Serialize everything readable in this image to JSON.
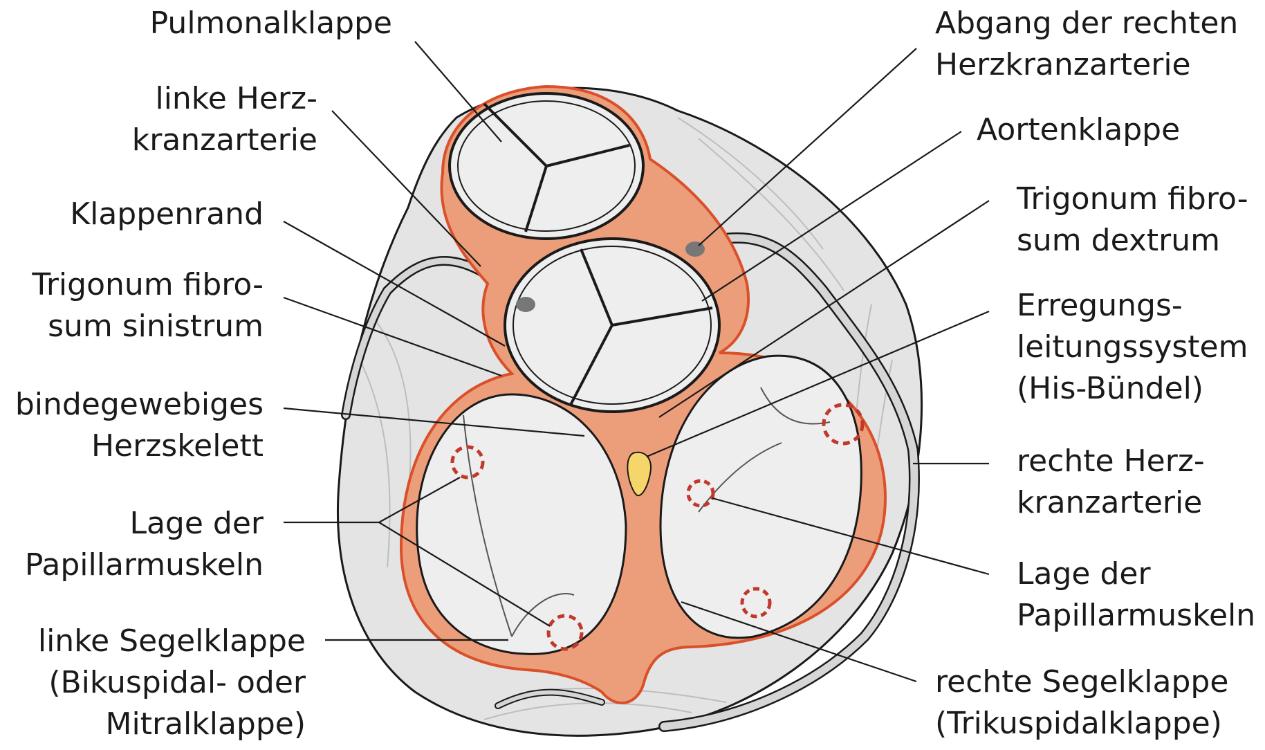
{
  "labels_left": [
    {
      "id": "pulmonalklappe",
      "lines": [
        "Pulmonalklappe"
      ]
    },
    {
      "id": "linke-herzkranzarterie",
      "lines": [
        "linke Herz-",
        "kranzarterie"
      ]
    },
    {
      "id": "klappenrand",
      "lines": [
        "Klappenrand"
      ]
    },
    {
      "id": "trigonum-fibrosum-sinistrum",
      "lines": [
        "Trigonum fibro-",
        "sum sinistrum"
      ]
    },
    {
      "id": "bindegewebiges-herzskelett",
      "lines": [
        "bindegewebiges",
        "Herzskelett"
      ]
    },
    {
      "id": "lage-papillarmuskeln-links",
      "lines": [
        "Lage der",
        "Papillarmuskeln"
      ]
    },
    {
      "id": "linke-segelklappe",
      "lines": [
        "linke Segelklappe",
        "(Bikuspidal- oder",
        "Mitralklappe)"
      ]
    }
  ],
  "labels_right": [
    {
      "id": "abgang-rechte-herzkranzarterie",
      "lines": [
        "Abgang der rechten",
        "Herzkranzarterie"
      ]
    },
    {
      "id": "aortenklappe",
      "lines": [
        "Aortenklappe"
      ]
    },
    {
      "id": "trigonum-fibrosum-dextrum",
      "lines": [
        "Trigonum fibro-",
        "sum dextrum"
      ]
    },
    {
      "id": "erregungsleitungssystem",
      "lines": [
        "Erregungs-",
        "leitungssystem",
        "(His-Bündel)"
      ]
    },
    {
      "id": "rechte-herzkranzarterie",
      "lines": [
        "rechte Herz-",
        "kranzarterie"
      ]
    },
    {
      "id": "lage-papillarmuskeln-rechts",
      "lines": [
        "Lage der",
        "Papillarmuskeln"
      ]
    },
    {
      "id": "rechte-segelklappe",
      "lines": [
        "rechte Segelklappe",
        "(Trikuspidalklappe)"
      ]
    }
  ],
  "colors": {
    "fibrous_skeleton": "#ec9e7a",
    "fibrous_edge": "#d9502a",
    "muscle_surface": "#e4e4e4",
    "valve_fill": "#eeeeee",
    "his_bundle": "#f6d56a",
    "papillary_marker": "#c0392b",
    "outline": "#1a1a1a"
  }
}
